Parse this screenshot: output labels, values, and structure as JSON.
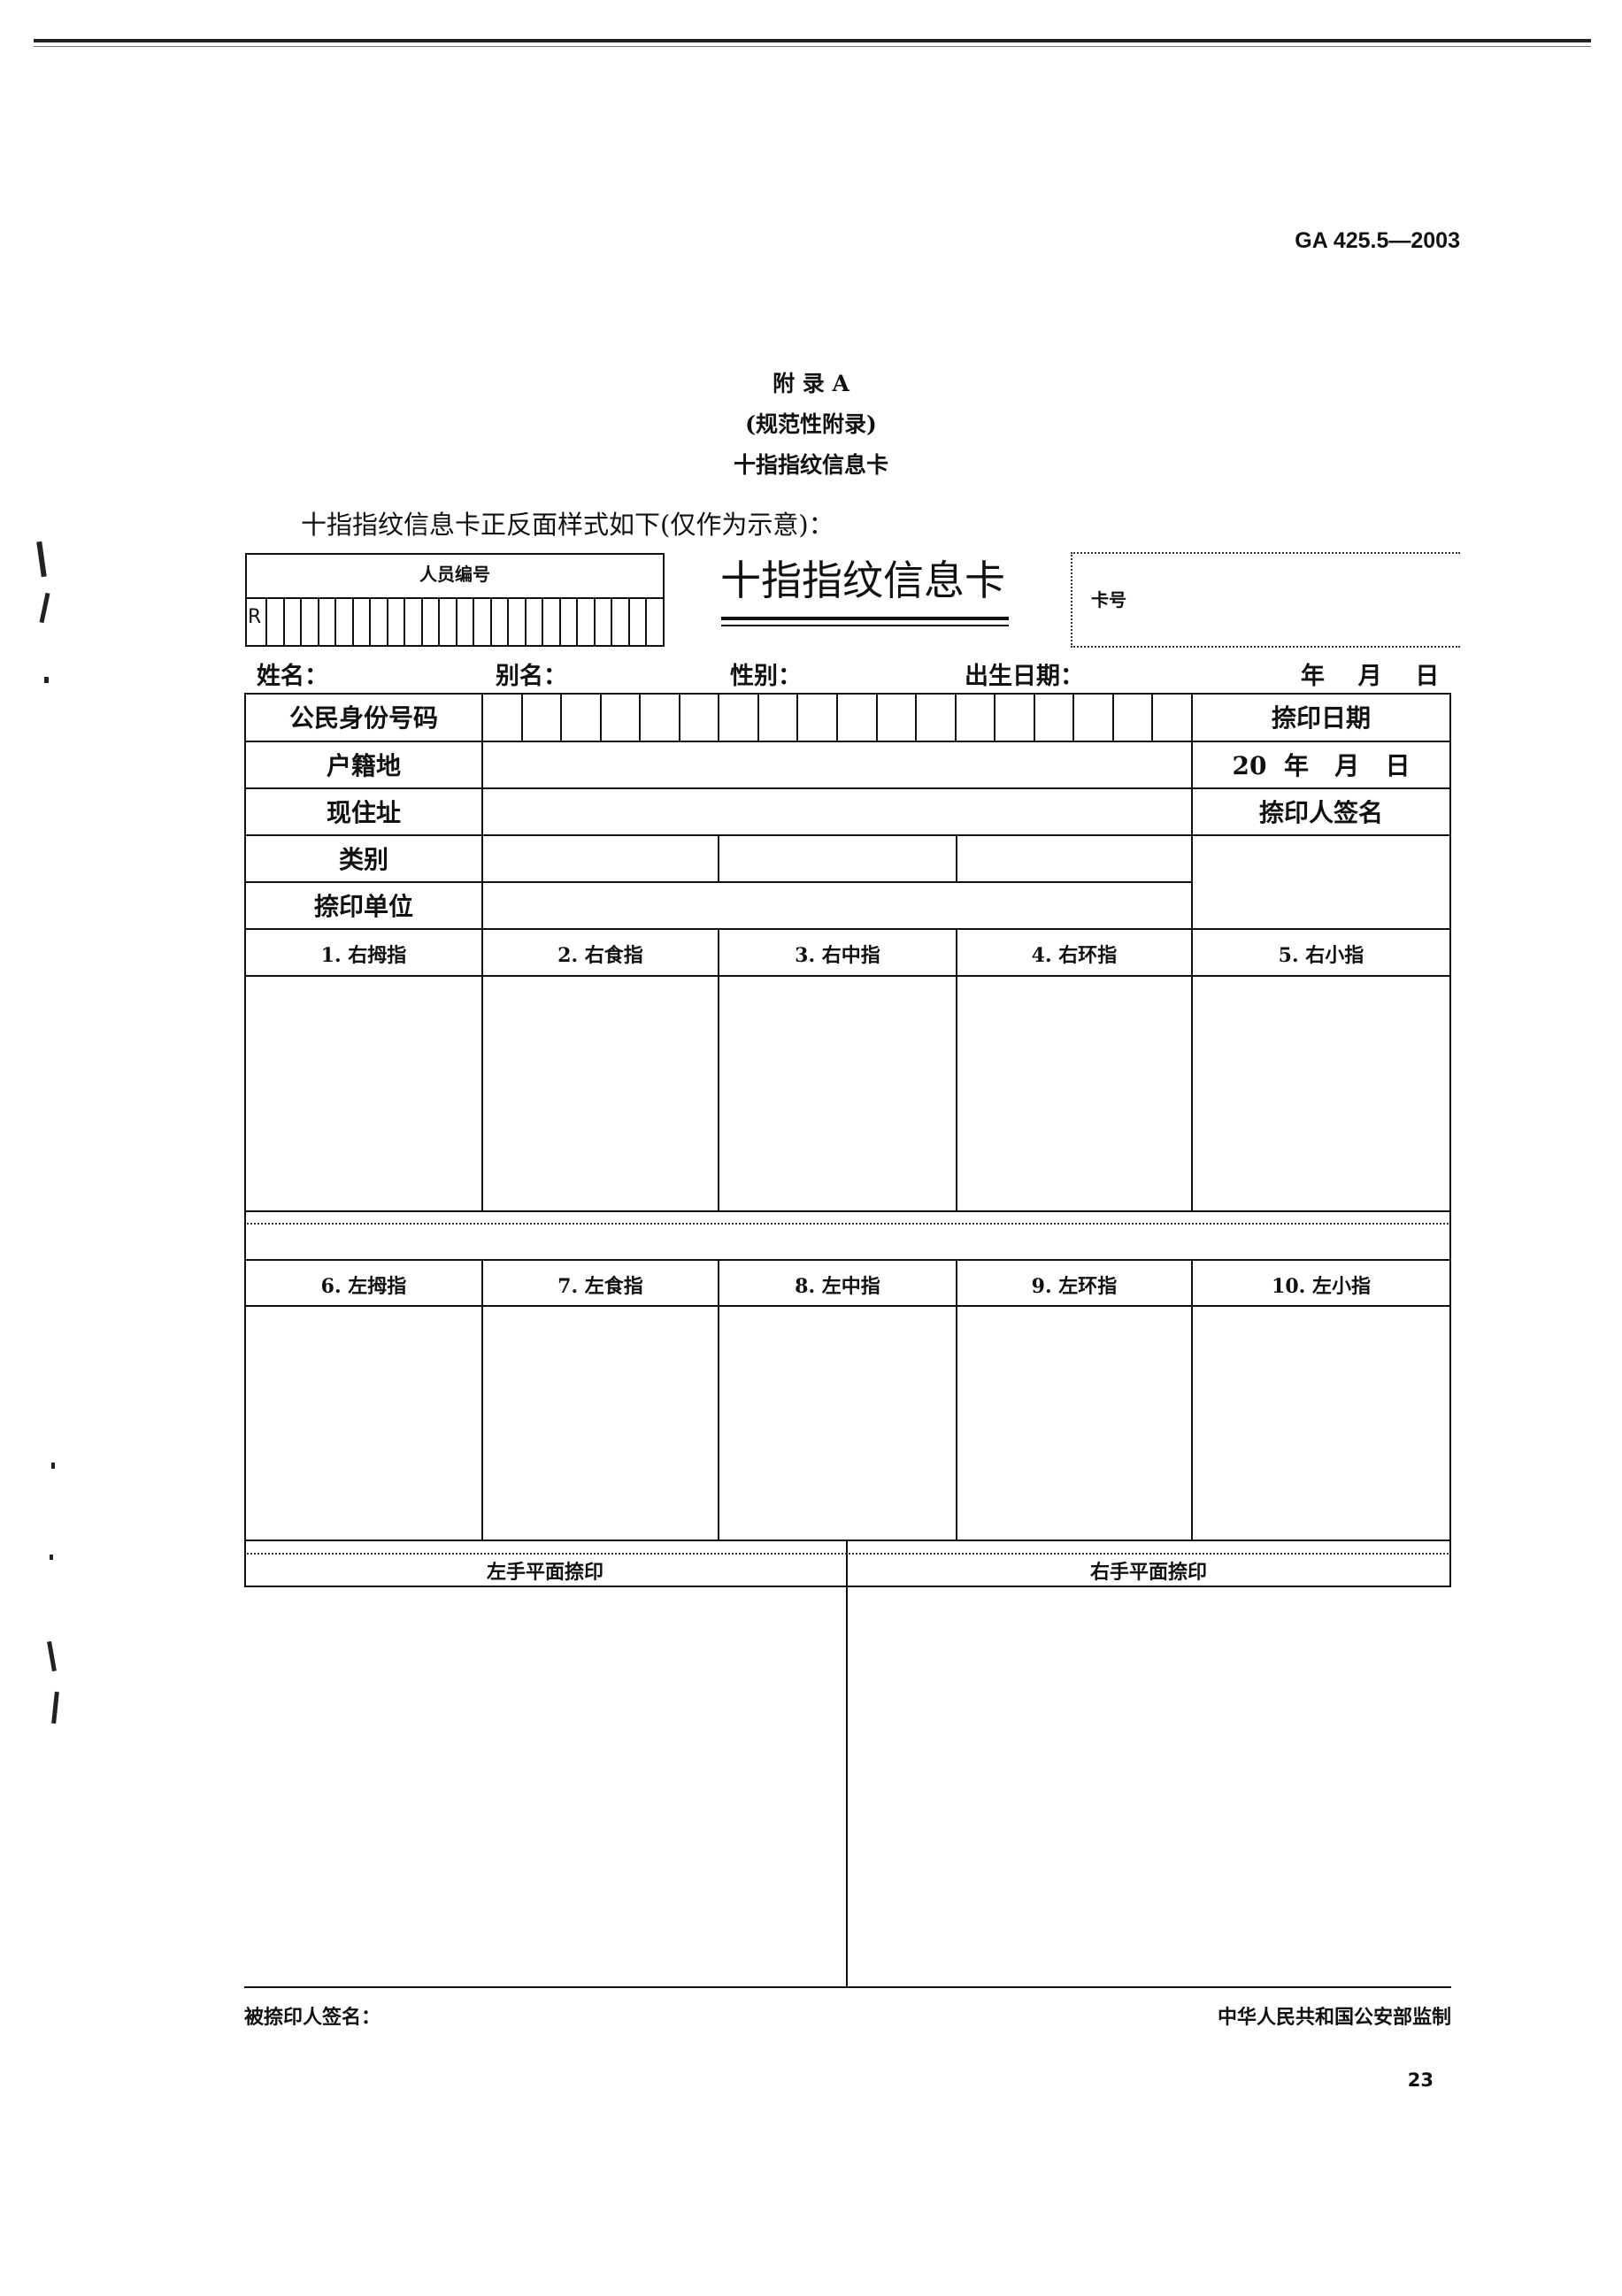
{
  "header": {
    "standard_code": "GA 425.5—2003"
  },
  "headings": {
    "appendix": "附 录 A",
    "normative": "(规范性附录)",
    "title": "十指指纹信息卡"
  },
  "intro_text": "十指指纹信息卡正反面样式如下(仅作为示意)：",
  "card": {
    "person_number_label": "人员编号",
    "person_number_prefix": "R",
    "title": "十指指纹信息卡",
    "card_number_label": "卡号",
    "top_row": {
      "name": "姓名：",
      "alias": "别名：",
      "gender": "性别：",
      "birth_date": "出生日期：",
      "date_fill": "年    月    日"
    },
    "rows": {
      "id_number": "公民身份号码",
      "household": "户籍地",
      "current_address": "现住址",
      "category": "类别",
      "printing_unit": "捺印单位"
    },
    "right_col": {
      "print_date": "捺印日期",
      "print_date_fill": "20  年   月   日",
      "printer_signature": "捺印人签名"
    },
    "right_fingers": [
      "1. 右拇指",
      "2. 右食指",
      "3. 右中指",
      "4. 右环指",
      "5. 右小指"
    ],
    "left_fingers": [
      "6. 左拇指",
      "7. 左食指",
      "8. 左中指",
      "9. 左环指",
      "10. 左小指"
    ],
    "flat_prints": {
      "left": "左手平面捺印",
      "right": "右手平面捺印"
    },
    "footer": {
      "subject_signature": "被捺印人签名：",
      "supervisor": "中华人民共和国公安部监制"
    }
  },
  "page_number": "23"
}
